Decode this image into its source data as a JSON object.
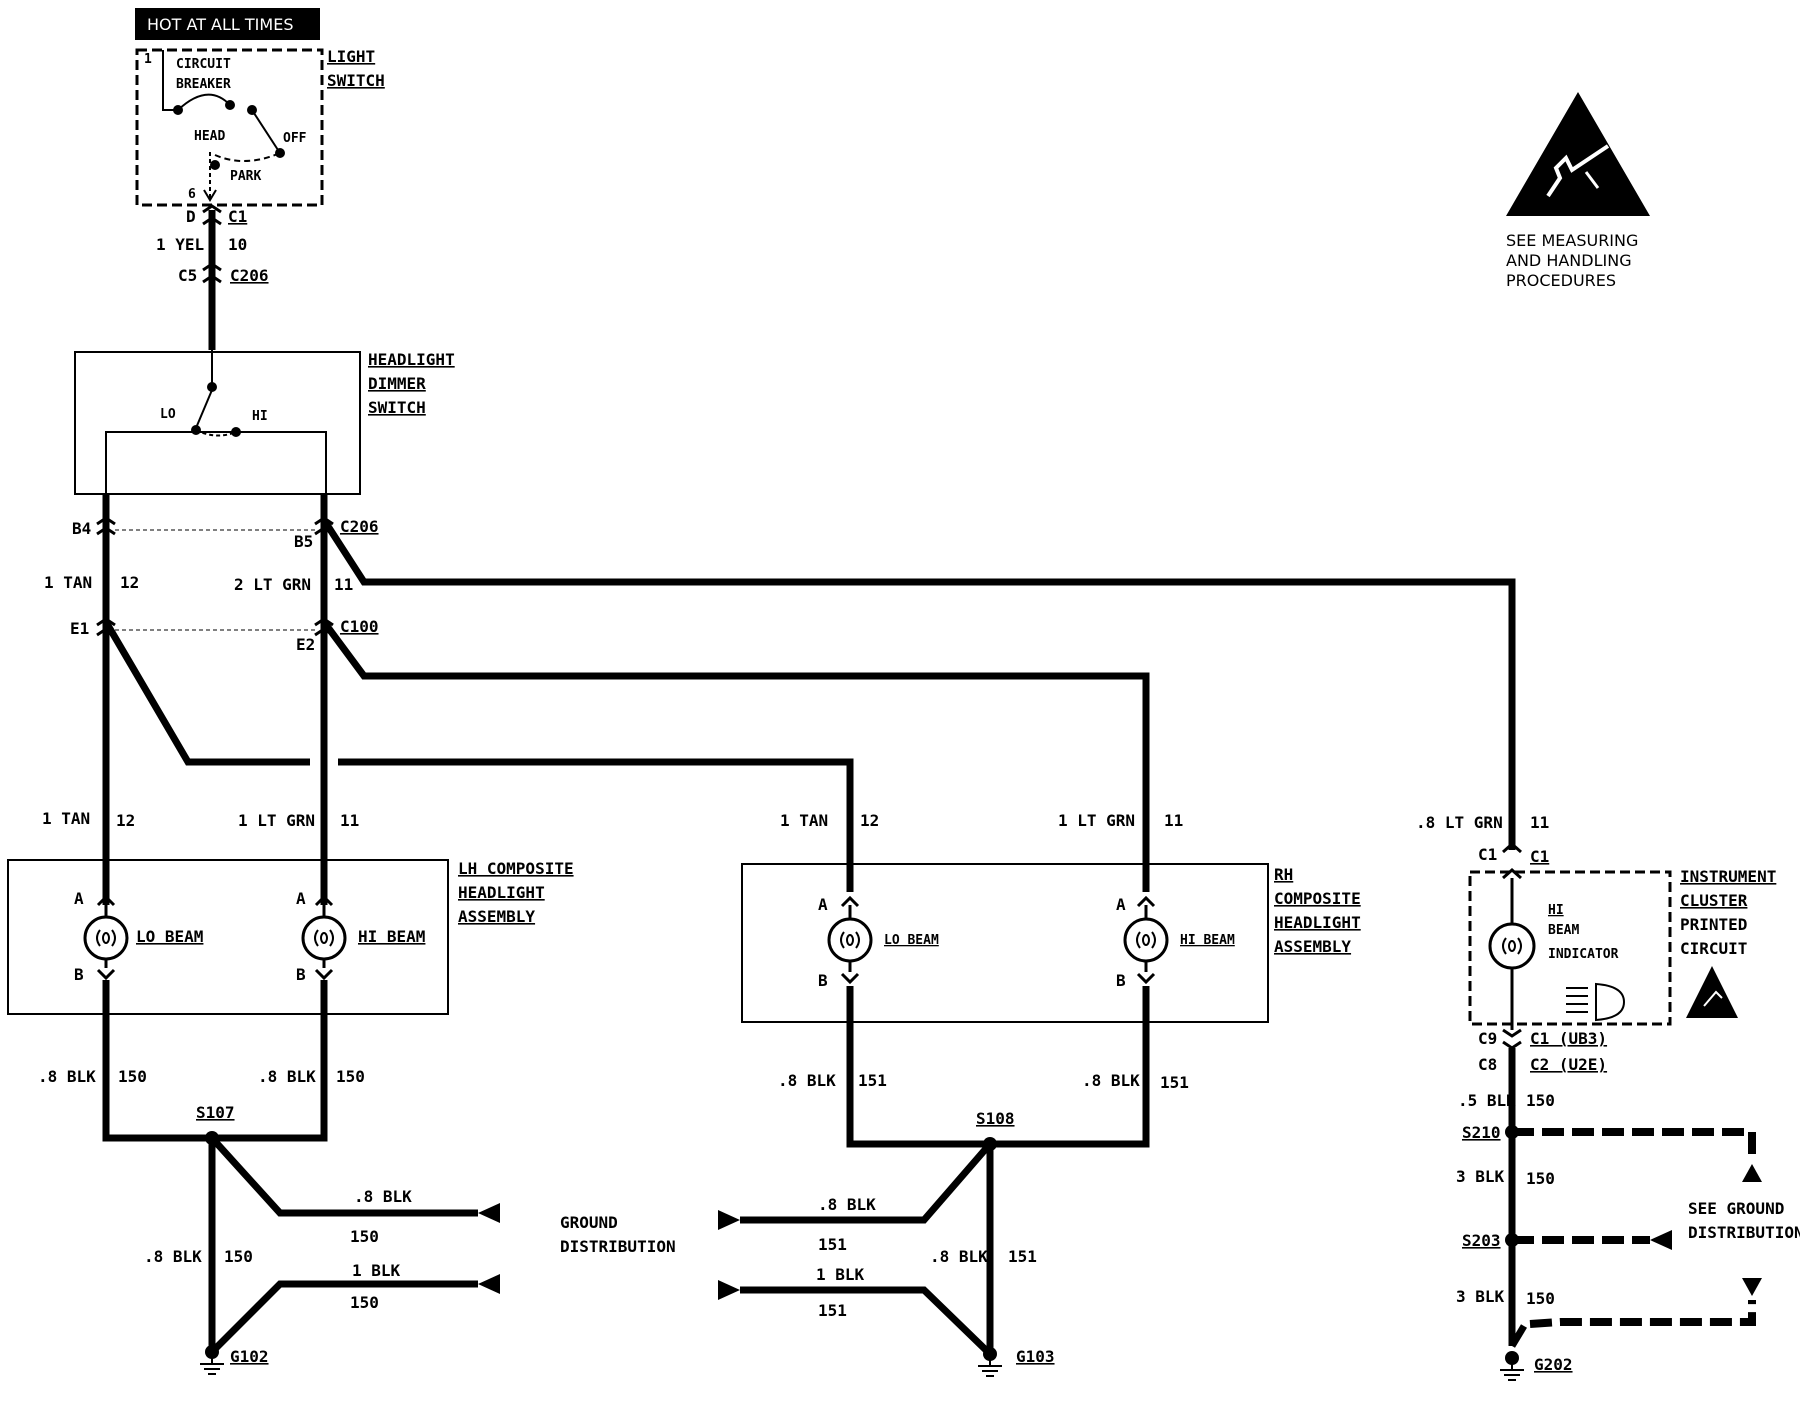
{
  "header": {
    "hot_at_all_times": "HOT AT ALL TIMES"
  },
  "components": {
    "light_switch": {
      "title_1": "LIGHT",
      "title_2": "SWITCH",
      "cb_1": "CIRCUIT",
      "cb_2": "BREAKER",
      "head": "HEAD",
      "off": "OFF",
      "park": "PARK",
      "pin_top": "1",
      "pin_bottom": "6"
    },
    "dimmer_switch": {
      "title_1": "HEADLIGHT",
      "title_2": "DIMMER",
      "title_3": "SWITCH",
      "lo": "LO",
      "hi": "HI"
    },
    "lh_headlight": {
      "title_1": "LH COMPOSITE",
      "title_2": "HEADLIGHT",
      "title_3": "ASSEMBLY",
      "lo_beam": "LO BEAM",
      "hi_beam": "HI BEAM"
    },
    "rh_headlight": {
      "title_1": "RH",
      "title_2": "COMPOSITE",
      "title_3": "HEADLIGHT",
      "title_4": "ASSEMBLY",
      "lo_beam": "LO BEAM",
      "hi_beam": "HI BEAM"
    },
    "instrument_cluster": {
      "title_1": "INSTRUMENT",
      "title_2": "CLUSTER",
      "title_3": "PRINTED",
      "title_4": "CIRCUIT",
      "ind_1": "HI",
      "ind_2": "BEAM",
      "ind_3": "INDICATOR"
    }
  },
  "connectors": {
    "d": "D",
    "c1": "C1",
    "c5": "C5",
    "c206": "C206",
    "b4": "B4",
    "b5": "B5",
    "e1": "E1",
    "e2": "E2",
    "c100": "C100",
    "a": "A",
    "b": "B",
    "c9": "C9",
    "c8": "C8",
    "c1_ub3": "C1 (UB3)",
    "c2_u2e": "C2 (U2E)"
  },
  "wires": {
    "yel": "1 YEL",
    "c10": "10",
    "tan_1": "1 TAN",
    "c12": "12",
    "ltgrn_2": "2 LT GRN",
    "c11": "11",
    "ltgrn_1": "1 LT GRN",
    "ltgrn_08": ".8 LT GRN",
    "blk_08": ".8 BLK",
    "blk_1": "1 BLK",
    "blk_05": ".5 BLK",
    "blk_3": "3 BLK",
    "c150": "150",
    "c151": "151"
  },
  "splices": {
    "s107": "S107",
    "s108": "S108",
    "s210": "S210",
    "s203": "S203"
  },
  "grounds": {
    "g102": "G102",
    "g103": "G103",
    "g202": "G202"
  },
  "notes": {
    "ground_dist_1": "GROUND",
    "ground_dist_2": "DISTRIBUTION",
    "see_ground_1": "SEE GROUND",
    "see_ground_2": "DISTRIBUTION",
    "esd_1": "SEE MEASURING",
    "esd_2": "AND HANDLING",
    "esd_3": "PROCEDURES"
  },
  "icons": [
    "esd-warning-icon",
    "headlamp-symbol-icon",
    "ground-symbol-icon",
    "bulb-icon"
  ]
}
